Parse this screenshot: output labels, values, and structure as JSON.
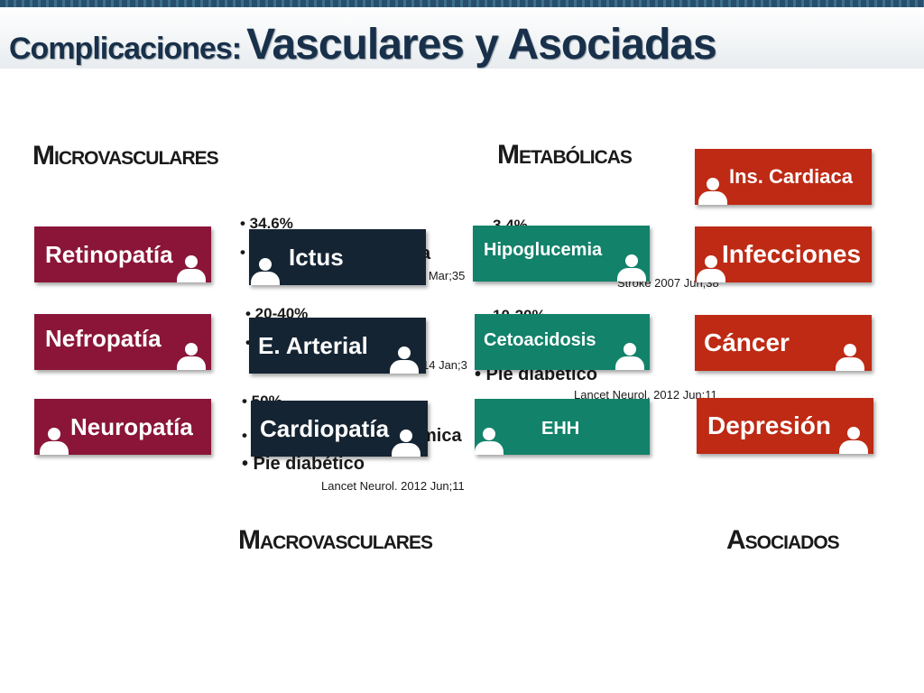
{
  "title": {
    "part1": "Complicaciones:",
    "part2": "Vasculares y Asociadas"
  },
  "headings": {
    "micro": {
      "first": "M",
      "rest": "icrovasculares"
    },
    "metabolic": {
      "first": "M",
      "rest": "etabólicas"
    },
    "macro": {
      "first": "M",
      "rest": "acrovasculares"
    },
    "associated": {
      "first": "A",
      "rest": "sociados"
    }
  },
  "microvascular": [
    "Retinopatía",
    "Nefropatía",
    "Neuropatía"
  ],
  "macrovascular": [
    "Ictus",
    "E. Arterial",
    "Cardiopatía"
  ],
  "metabolic": [
    "Hipoglucemia",
    "Cetoacidosis",
    "EHH"
  ],
  "associated": [
    "Ins. Cardiaca",
    "Infecciones",
    "Cáncer",
    "Depresión"
  ],
  "partial_text": {
    "b1": "• 34.6%",
    "b2": "•",
    "b2_end": "a",
    "ref1": "2 Mar;35",
    "b3": "• 20-40%",
    "b4": "•",
    "ref2": "14 Jan;3",
    "b5": "• 50%",
    "b6": "•",
    "b6_end": "mica",
    "b7": "• Pie diabético",
    "ref3": "Lancet Neurol. 2012 Jun;11",
    "m1": "3.4%",
    "mref1": "Stroke 2007 Jun;38",
    "m2": "10-20%",
    "m3": "• Pie diabético",
    "mref2": "Lancet Neurol. 2012 Jun;11"
  }
}
